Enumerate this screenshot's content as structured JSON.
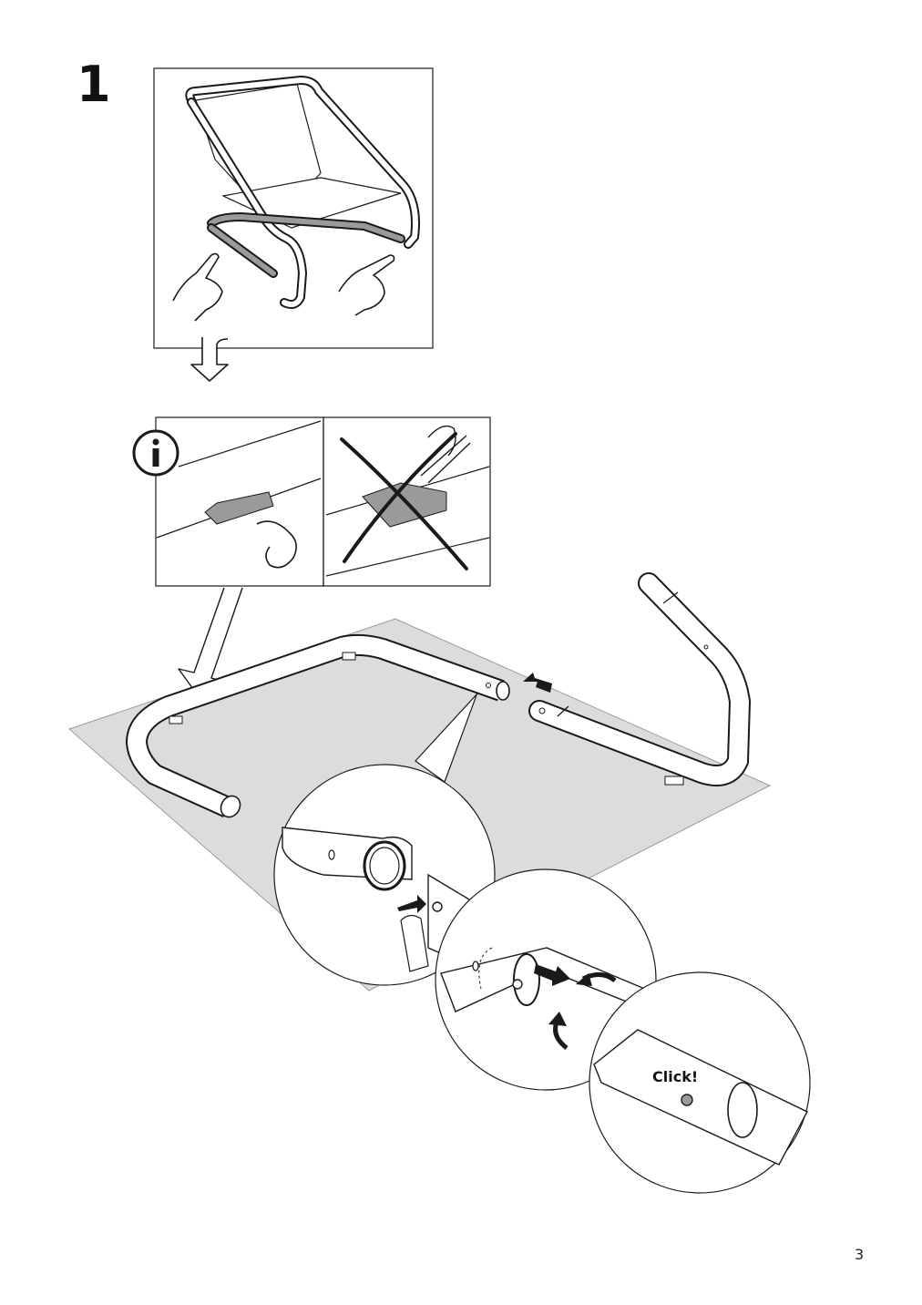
{
  "step": {
    "number": "1"
  },
  "callouts": {
    "click_text": "Click!"
  },
  "icons": {
    "info": "info-icon",
    "do_not": "cross-icon",
    "direction": "down-arrow-icon"
  },
  "colors": {
    "line": "#1a1a1a",
    "mat": "#dcdcdc",
    "panel": "#9a9a9a"
  },
  "page": {
    "number": "3"
  }
}
